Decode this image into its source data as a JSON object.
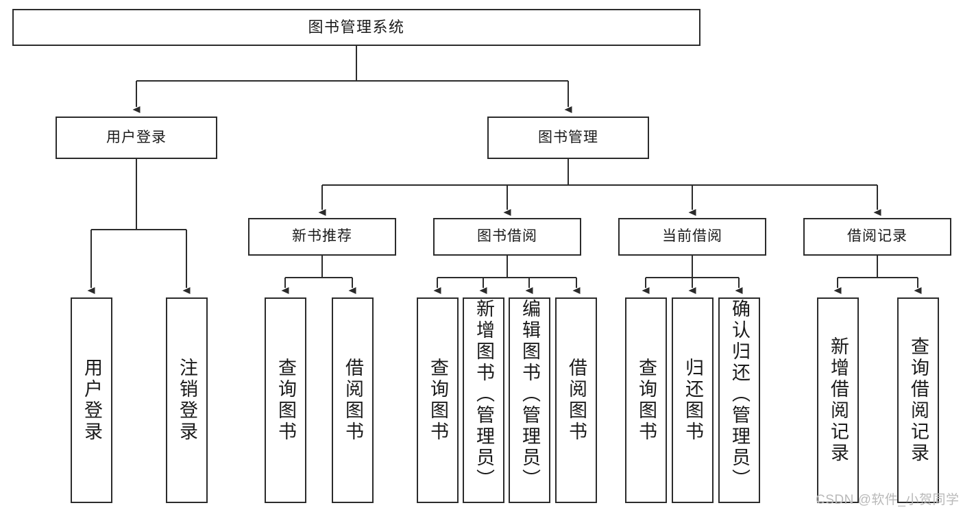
{
  "diagram": {
    "title": "图书管理系统",
    "type": "hierarchy-tree",
    "watermark": "CSDN @软件_小贺同学",
    "colors": {
      "box_border": "#2b2b2b",
      "box_fill": "#ffffff",
      "edge": "#2b2b2b",
      "text": "#1a1a1a",
      "watermark": "#b9b9b9"
    },
    "nodes": {
      "root": {
        "label": "图书管理系统"
      },
      "level2": [
        {
          "label": "用户登录"
        },
        {
          "label": "图书管理"
        }
      ],
      "level3": [
        {
          "label": "新书推荐"
        },
        {
          "label": "图书借阅"
        },
        {
          "label": "当前借阅"
        },
        {
          "label": "借阅记录"
        }
      ],
      "leaves": {
        "user_login": [
          {
            "label": "用户登录"
          },
          {
            "label": "注销登录"
          }
        ],
        "new_book": [
          {
            "label": "查询图书"
          },
          {
            "label": "借阅图书"
          }
        ],
        "book_borrow": [
          {
            "label": "查询图书"
          },
          {
            "label": "新增图书（管理员）"
          },
          {
            "label": "编辑图书（管理员）"
          },
          {
            "label": "借阅图书"
          }
        ],
        "current_borrow": [
          {
            "label": "查询图书"
          },
          {
            "label": "归还图书"
          },
          {
            "label": "确认归还（管理员）"
          }
        ],
        "borrow_record": [
          {
            "label": "新增借阅记录"
          },
          {
            "label": "查询借阅记录"
          }
        ]
      }
    }
  }
}
